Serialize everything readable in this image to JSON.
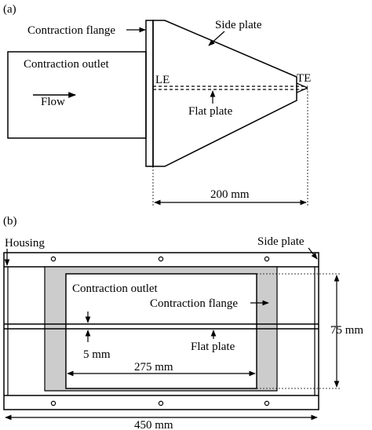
{
  "panel_a": {
    "panel_label": "(a)",
    "labels": {
      "contraction_flange": "Contraction flange",
      "side_plate": "Side plate",
      "contraction_outlet": "Contraction outlet",
      "flow": "Flow",
      "le": "LE",
      "te": "TE",
      "flat_plate": "Flat plate",
      "length_dim": "200 mm"
    }
  },
  "panel_b": {
    "panel_label": "(b)",
    "labels": {
      "housing": "Housing",
      "side_plate": "Side plate",
      "contraction_outlet": "Contraction outlet",
      "contraction_flange": "Contraction flange",
      "gap_dim": "5 mm",
      "flat_plate": "Flat plate",
      "width_dim": "275 mm",
      "height_dim": "75 mm",
      "total_dim": "450 mm"
    }
  },
  "colors": {
    "line": "#000000",
    "flange_fill": "#cccccc",
    "background": "#ffffff"
  }
}
